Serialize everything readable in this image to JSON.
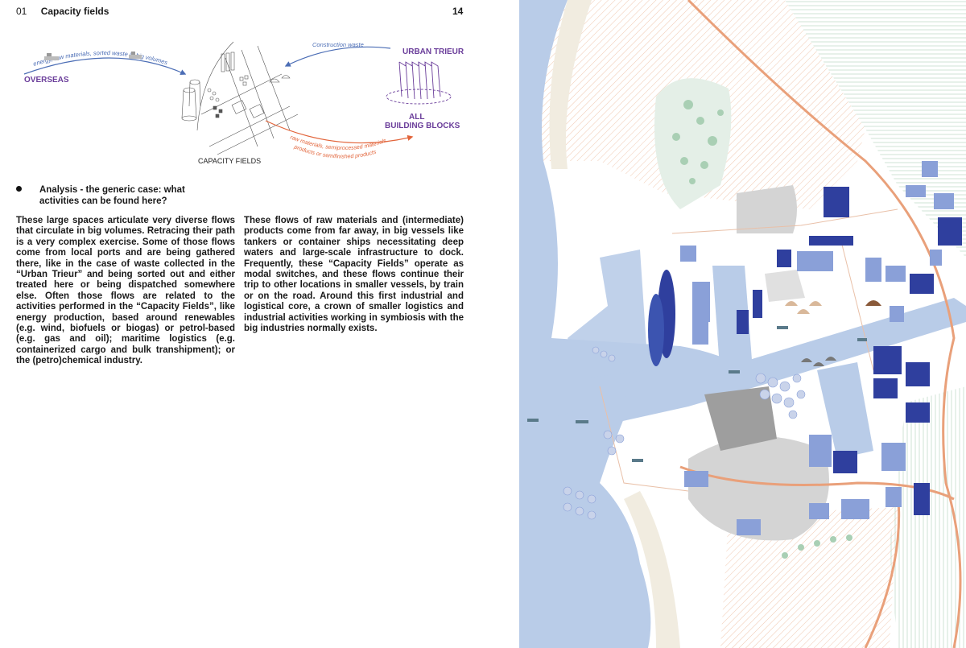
{
  "header": {
    "section_number": "01",
    "section_title": "Capacity fields",
    "page_number": "14"
  },
  "diagram": {
    "overseas_label": "OVERSEAS",
    "overseas_flow": "energy, raw materials, sorted waste in big volumes",
    "urban_trieur_label": "URBAN TRIEUR",
    "construction_waste": "Construction waste",
    "building_blocks_line1": "ALL",
    "building_blocks_line2": "BUILDING BLOCKS",
    "capacity_fields_label": "CAPACITY FIELDS",
    "outflow_line1": "raw materials, semiprocessed materials,",
    "outflow_line2": "products or semifinished products",
    "colors": {
      "purple": "#6a3d9a",
      "blue": "#4b6db5",
      "orange": "#e2643a"
    }
  },
  "analysis": {
    "line1": "Analysis - the generic case: what",
    "line2": "activities can be found here?"
  },
  "column1": "These large spaces articulate very diverse flows that circulate in big volumes. Retracing their path is a very complex exercise. Some of those flows come from local ports and are being gathered there, like in the case of waste collected in the “Urban Trieur” and being sorted out and either treated here or being dispatched somewhere else. Often those flows are related to the activities performed in the “Capacity Fields”, like energy production, based around renewables (e.g. wind, biofuels or biogas) or petrol-based (e.g. gas and oil); maritime logistics (e.g. containerized cargo and bulk transhipment); or the (petro)chemical industry.",
  "column2": "These flows of raw materials and (intermediate) products come from far away, in big vessels like tankers or container ships necessitating deep waters and large-scale infrastructure to dock. Frequently, these “Capacity Fields” operate as modal switches, and these flows continue their trip to other locations in smaller vessels, by train or on the road. Around this first industrial and logistical core, a crown of smaller logistics and industrial activities working in symbiosis with the big industries normally exists.",
  "map_colors": {
    "water": "#b9cce8",
    "building_dark": "#2f3f9e",
    "building_light": "#8aa0d8",
    "paved": "#d4d4d4",
    "road": "#e9a07a",
    "sand": "#f1ece0",
    "tree": "#a9cfb4"
  }
}
